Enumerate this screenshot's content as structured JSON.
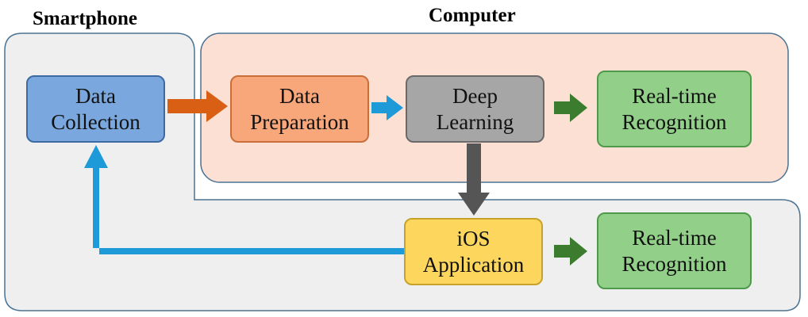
{
  "regions": {
    "smartphone": {
      "title": "Smartphone"
    },
    "computer": {
      "title": "Computer"
    }
  },
  "nodes": {
    "data_collection": {
      "label": "Data\nCollection",
      "fill": "#7aa8de",
      "border": "#3d6aa3"
    },
    "data_preparation": {
      "label": "Data\nPreparation",
      "fill": "#f8a77a",
      "border": "#c86f3c"
    },
    "deep_learning": {
      "label": "Deep\nLearning",
      "fill": "#a6a6a6",
      "border": "#6a6a6a"
    },
    "realtime_recognition_1": {
      "label": "Real-time\nRecognition",
      "fill": "#92d08a",
      "border": "#4f9a4a"
    },
    "ios_application": {
      "label": "iOS\nApplication",
      "fill": "#fdd65e",
      "border": "#c7a22a"
    },
    "realtime_recognition_2": {
      "label": "Real-time\nRecognition",
      "fill": "#92d08a",
      "border": "#4f9a4a"
    }
  },
  "colors": {
    "smartphone_region": "#efefef",
    "computer_region": "#fbe0d3",
    "region_border": "#4a7393",
    "arrow_orange": "#d95f14",
    "arrow_blue": "#1e9ad8",
    "arrow_green": "#3b7c2f",
    "arrow_dark": "#555555"
  }
}
